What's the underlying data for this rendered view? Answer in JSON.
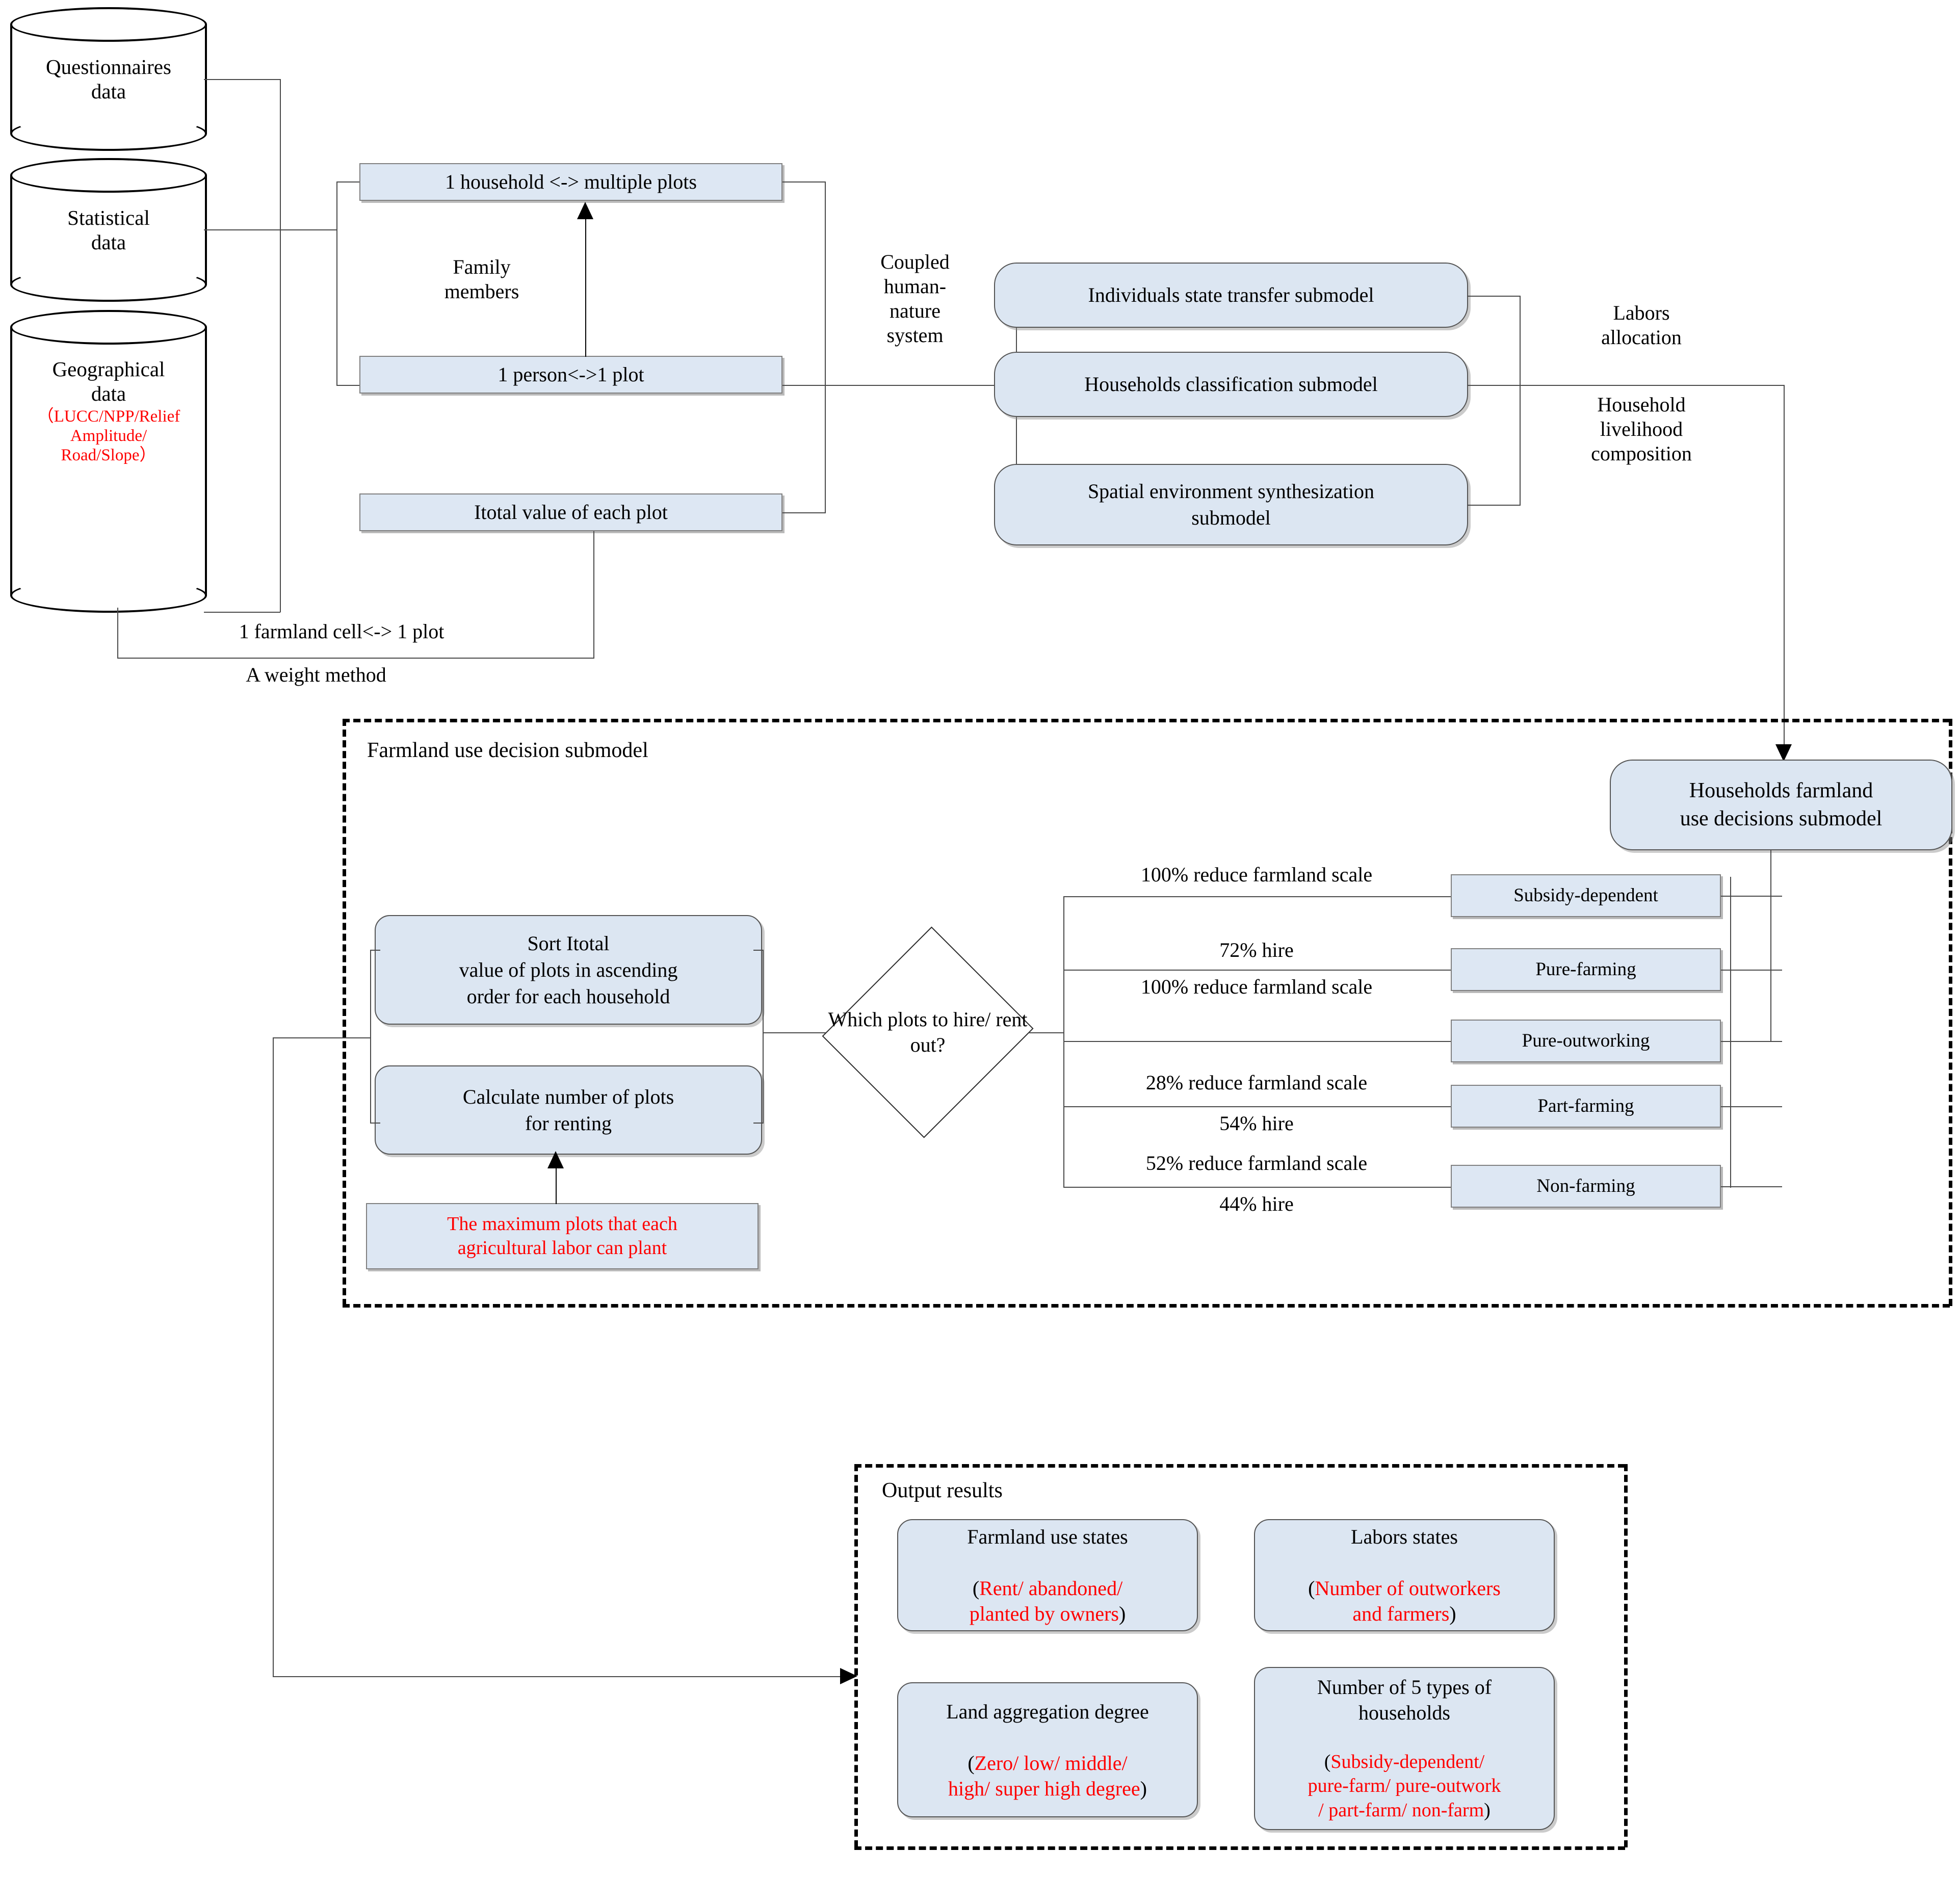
{
  "sources": [
    {
      "name": "Questionnaires data",
      "lines": [
        "Questionnaires",
        "data"
      ],
      "red": []
    },
    {
      "name": "Statistical data",
      "lines": [
        "Statistical",
        "data"
      ],
      "red": []
    },
    {
      "name": "Geographical data",
      "lines": [
        "Geographical",
        "data"
      ],
      "red": [
        "（LUCC/NPP/Relief",
        "Amplitude/",
        "Road/Slope）"
      ]
    }
  ],
  "mapping": {
    "household_plots": "1 household <-> multiple plots",
    "person_plot": "1 person<->1 plot",
    "itotal_value": "Itotal value of each plot",
    "family_members_label": "Family\nmembers",
    "farmland_cell_label": "1 farmland cell<-> 1 plot",
    "weight_method_label": "A weight method"
  },
  "coupled": {
    "label": "Coupled\nhuman-\nnature\nsystem",
    "submodels": [
      "Individuals state transfer submodel",
      "Households classification submodel",
      "Spatial environment synthesization\nsubmodel"
    ]
  },
  "right_labels": {
    "labors_allocation": "Labors\nallocation",
    "household_livelihood": "Household\nlivelihood\ncomposition"
  },
  "households_decision_box": "Households farmland\nuse decisions submodel",
  "farmland_submodel": {
    "title": "Farmland use decision submodel",
    "sort_box": "Sort  Itotal\nvalue of plots in ascending\norder for each household",
    "calc_box": "Calculate number of plots\nfor renting",
    "max_plots_note": "The maximum plots that each\nagricultural labor can plant",
    "decision": "Which\nplots to\nhire/ rent\nout?",
    "branches": [
      {
        "type": "Subsidy-dependent",
        "labels": [
          "100% reduce farmland scale"
        ]
      },
      {
        "type": "Pure-farming",
        "labels": [
          "72% hire"
        ]
      },
      {
        "type": "Pure-outworking",
        "labels": [
          "100% reduce farmland scale"
        ]
      },
      {
        "type": "Part-farming",
        "labels": [
          "28% reduce farmland scale",
          "54% hire"
        ]
      },
      {
        "type": "Non-farming",
        "labels": [
          "52% reduce farmland scale",
          "44% hire"
        ]
      }
    ],
    "edge_labels": [
      "100% reduce farmland scale",
      "72% hire",
      "100% reduce farmland scale",
      "28% reduce farmland scale",
      "54% hire",
      "52% reduce farmland scale",
      "44% hire"
    ]
  },
  "output": {
    "title": "Output results",
    "items": [
      {
        "head": "Farmland use states",
        "paren_open": "(",
        "red": "Rent/ abandoned/\nplanted by owners",
        "paren_close": ")"
      },
      {
        "head": "Labors states",
        "paren_open": "(",
        "red": "Number of outworkers\nand farmers",
        "paren_close": ")"
      },
      {
        "head": "Land aggregation degree",
        "paren_open": "(",
        "red": "Zero/ low/ middle/\nhigh/ super high degree",
        "paren_close": ")"
      },
      {
        "head": "Number of 5 types of\nhouseholds",
        "paren_open": "(",
        "red": "Subsidy-dependent/\npure-farm/ pure-outwork\n/ part-farm/ non-farm",
        "paren_close": ")"
      }
    ]
  },
  "colors": {
    "box_fill": "#dce6f2",
    "box_border": "#808080",
    "red_text": "#ff0000",
    "line": "#4a4a4a"
  }
}
